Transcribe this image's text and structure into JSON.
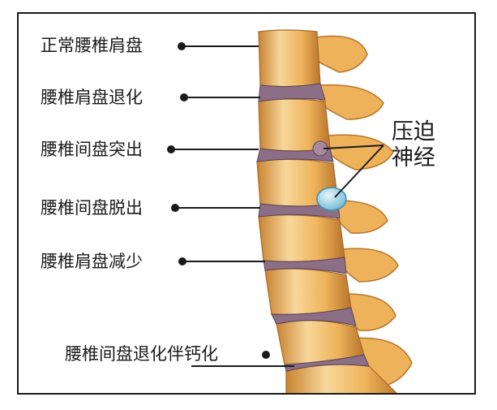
{
  "labels": {
    "normal_disc": "正常腰椎肩盘",
    "disc_degeneration": "腰椎肩盘退化",
    "disc_protrusion": "腰椎间盘突出",
    "disc_herniation": "腰椎间盘脱出",
    "disc_reduction": "腰椎肩盘减少",
    "disc_degeneration_calcification": "腰椎间盘退化伴钙化"
  },
  "nerve_note": {
    "line1": "压迫",
    "line2": "神经"
  },
  "colors": {
    "bone": "#e9a84a",
    "bone_light": "#f7d79a",
    "bone_dark": "#b8742b",
    "disc": "#8c6e86",
    "nerve_bulge": "#9fd3e6",
    "leader": "#1a1a1a"
  }
}
